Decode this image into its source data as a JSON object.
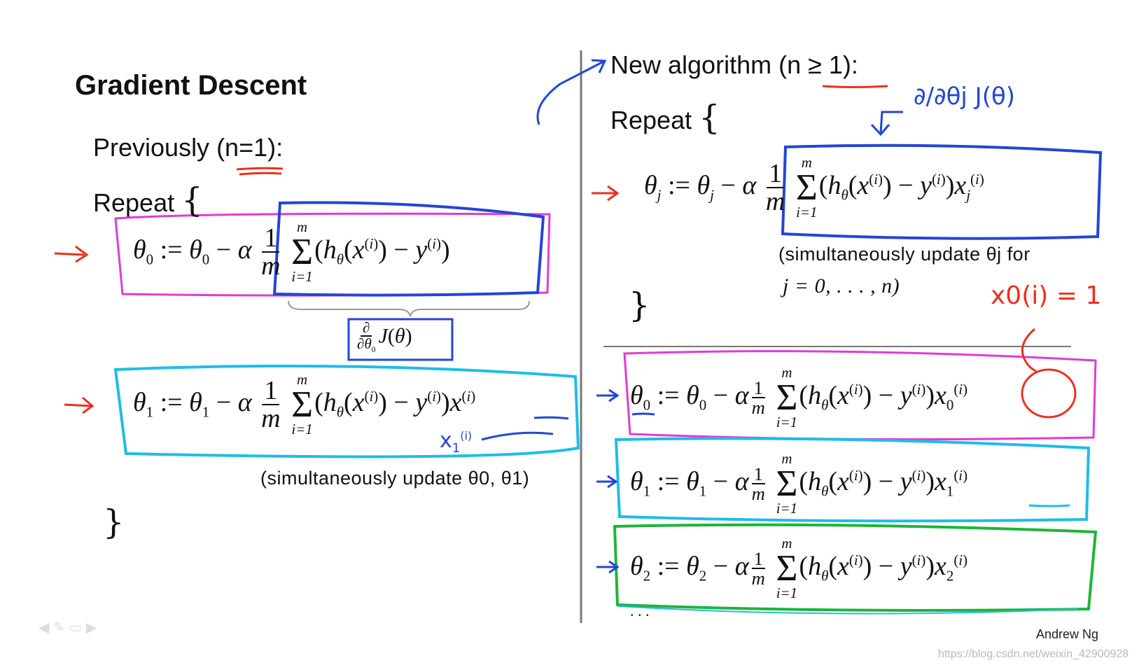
{
  "title": "Gradient Descent",
  "left": {
    "heading": "Previously (n=1):",
    "repeat": "Repeat",
    "open_brace": "{",
    "close_brace": "}",
    "theta0_update": "θ0 := θ0 − α (1/m) Σ_{i=1}^{m} (hθ(x^(i)) − y^(i))",
    "derivative_label": "∂/∂θ0 J(θ)",
    "theta1_update": "θ1 := θ1 − α (1/m) Σ_{i=1}^{m} (hθ(x^(i)) − y^(i)) x^(i)",
    "handwritten_x1": "x1(i)",
    "note": "(simultaneously update θ0, θ1)"
  },
  "right": {
    "heading": "New algorithm (n ≥ 1):",
    "repeat": "Repeat",
    "open_brace": "{",
    "close_brace": "}",
    "handwritten_derivative": "∂/∂θj J(θ)",
    "thetaj_update": "θj := θj − α (1/m) Σ_{i=1}^{m} (hθ(x^(i)) − y^(i)) xj^(i)",
    "note_line1": "(simultaneously update θj for",
    "note_line2": "j = 0, . . . , n)",
    "handwritten_x0": "x0(i) = 1",
    "theta0_update": "θ0 := θ0 − α (1/m) Σ_{i=1}^{m} (hθ(x^(i)) − y^(i)) x0^(i)",
    "theta1_update": "θ1 := θ1 − α (1/m) Σ_{i=1}^{m} (hθ(x^(i)) − y^(i)) x1^(i)",
    "theta2_update": "θ2 := θ2 − α (1/m) Σ_{i=1}^{m} (hθ(x^(i)) − y^(i)) x2^(i)",
    "ellipsis": ". . ."
  },
  "author": "Andrew Ng",
  "watermark": "https://blog.csdn.net/weixin_42900928",
  "colors": {
    "pink": "#e23ad6",
    "blue": "#2246d6",
    "cyan": "#1ebde8",
    "green": "#1fb43a",
    "red": "#e8321e"
  }
}
